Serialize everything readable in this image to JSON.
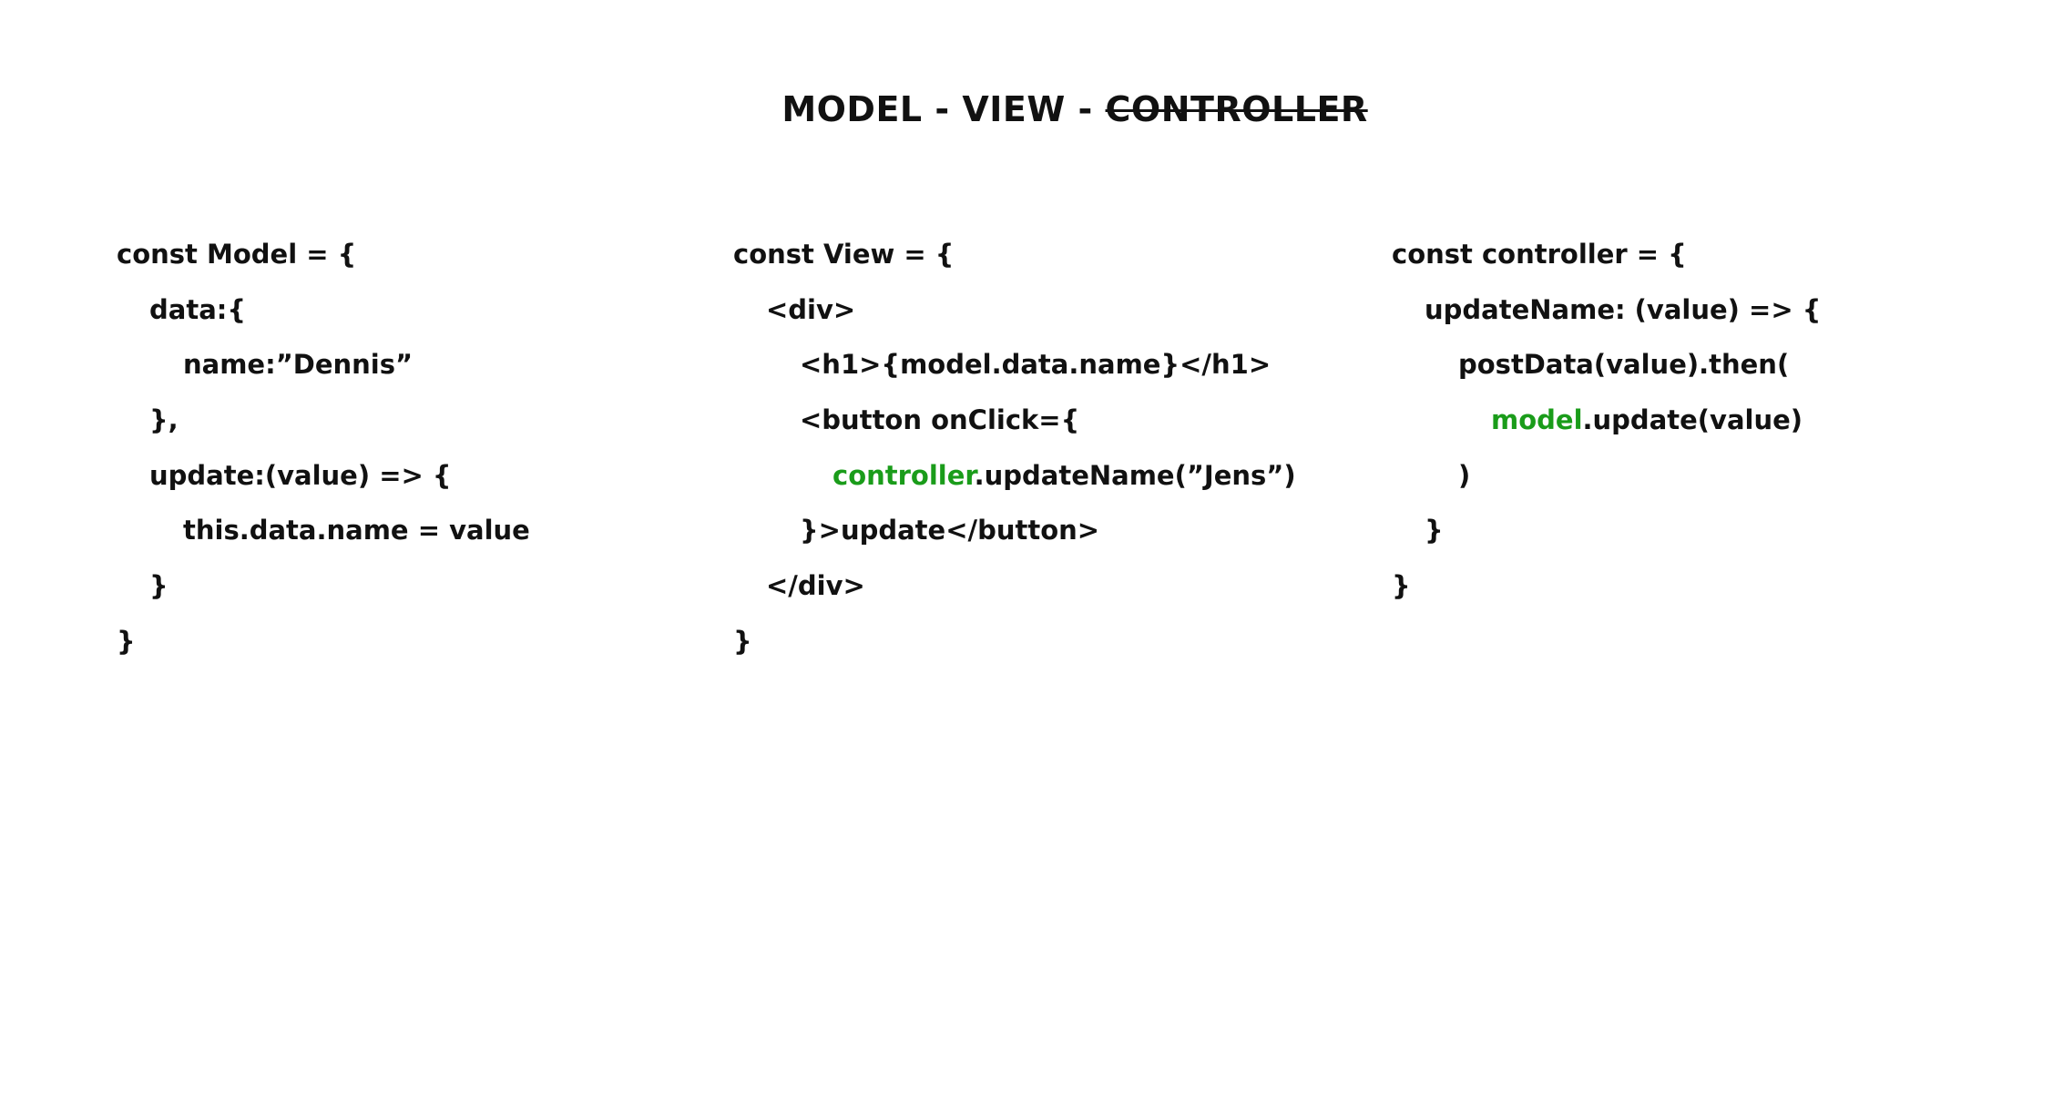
{
  "title": {
    "part1": "MODEL - VIEW - ",
    "part2": "CONTROLLER"
  },
  "model_code": {
    "l1": "const Model = {",
    "l2": "data:{",
    "l3": "name:”Dennis”",
    "l4": "},",
    "l5": "update:(value) => {",
    "l6": "this.data.name = value",
    "l7": "}",
    "l8": "}"
  },
  "view_code": {
    "l1": "const View = {",
    "l2": "<div>",
    "l3": "<h1>{model.data.name}</h1>",
    "l4": "<button onClick={",
    "l5_highlight": "controller",
    "l5_rest": ".updateName(”Jens”)",
    "l6": "}>update</button>",
    "l7": "</div>",
    "l8": "}"
  },
  "controller_code": {
    "l1": "const controller = {",
    "l2": "updateName: (value) => {",
    "l3": "postData(value).then(",
    "l4_highlight": "model",
    "l4_rest": ".update(value)",
    "l5": ")",
    "l6": "}",
    "l7": "}"
  },
  "colors": {
    "text": "#111111",
    "highlight": "#1a9c1a",
    "background": "#ffffff"
  }
}
